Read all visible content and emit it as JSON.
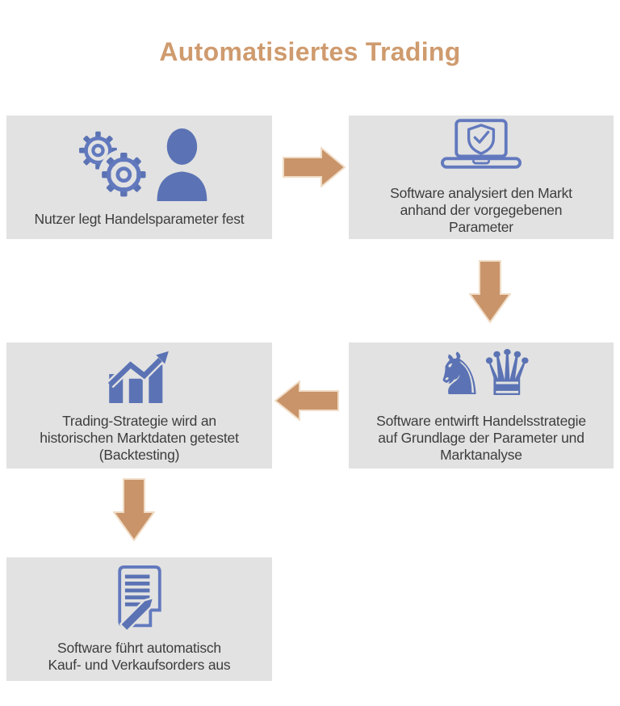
{
  "title": "Automatisiertes Trading",
  "colors": {
    "page_background": "#ffffff",
    "title_color": "#cf9b6e",
    "arrow_color": "#c9946a",
    "icon_fill": "#5b73b4",
    "icon_stroke": "#6279be",
    "box_background": "#e2e2e2",
    "text_color": "#3d3d3d"
  },
  "steps": [
    {
      "name": "set-parameters",
      "icon": "gears-user-icon",
      "text": "Nutzer legt Handelsparameter fest"
    },
    {
      "name": "market-analysis",
      "icon": "laptop-shield-icon",
      "text": "Software analysiert den Markt\nanhand der vorgegebenen\nParameter"
    },
    {
      "name": "strategy-design",
      "icon": "chess-strategy-icon",
      "text": "Software entwirft Handelsstrategie\nauf Grundlage der Parameter und\nMarktanalyse"
    },
    {
      "name": "backtesting",
      "icon": "bar-chart-growth-icon",
      "text": "Trading-Strategie wird an\nhistorischen Marktdaten getestet\n(Backtesting)"
    },
    {
      "name": "order-execution",
      "icon": "document-pencil-icon",
      "text": "Software führt automatisch\nKauf- und Verkaufsorders aus"
    }
  ],
  "glyphs": {
    "chess_knight": "♞",
    "chess_queen": "♛"
  },
  "arrows": [
    {
      "name": "arrow-step1-to-step2",
      "direction": "right"
    },
    {
      "name": "arrow-step2-to-step3",
      "direction": "down"
    },
    {
      "name": "arrow-step3-to-step4",
      "direction": "left"
    },
    {
      "name": "arrow-step4-to-step5",
      "direction": "down"
    }
  ]
}
